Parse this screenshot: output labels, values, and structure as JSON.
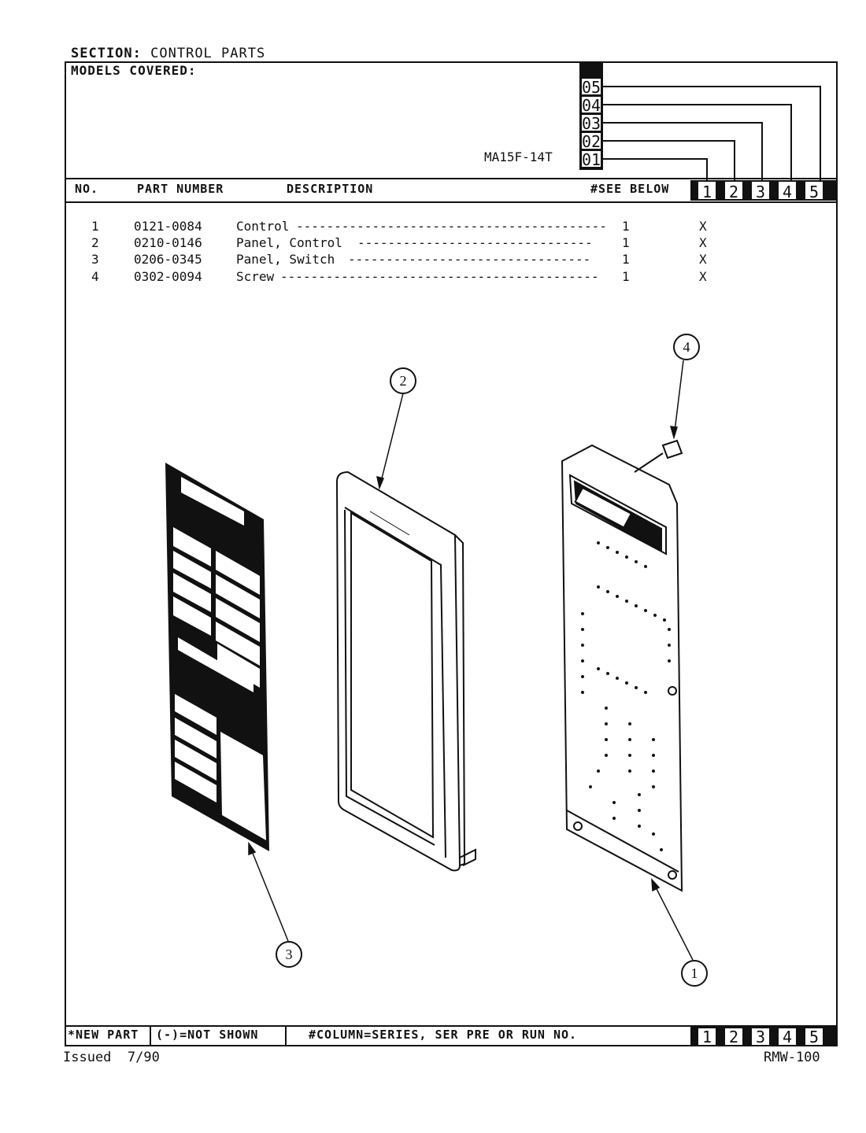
{
  "header": {
    "section_label": "SECTION:",
    "section_value": "CONTROL PARTS",
    "models_label": "MODELS COVERED:",
    "model_name": "MA15F-14T",
    "series_codes": [
      "05",
      "04",
      "03",
      "02",
      "01"
    ]
  },
  "columns": {
    "no": "NO.",
    "part_number": "PART NUMBER",
    "description": "DESCRIPTION",
    "see_below": "#SEE BELOW",
    "series": [
      "1",
      "2",
      "3",
      "4",
      "5"
    ]
  },
  "parts": [
    {
      "no": "1",
      "part_number": "0121-0084",
      "description": "Control",
      "qty": "1",
      "mark": "X"
    },
    {
      "no": "2",
      "part_number": "0210-0146",
      "description": "Panel, Control",
      "qty": "1",
      "mark": "X"
    },
    {
      "no": "3",
      "part_number": "0206-0345",
      "description": "Panel, Switch",
      "qty": "1",
      "mark": "X"
    },
    {
      "no": "4",
      "part_number": "0302-0094",
      "description": "Screw",
      "qty": "1",
      "mark": "X"
    }
  ],
  "callouts": [
    "1",
    "2",
    "3",
    "4"
  ],
  "footer": {
    "new_part": "*NEW PART",
    "not_shown": "(-)=NOT SHOWN",
    "column_note": "#COLUMN=SERIES, SER PRE OR RUN NO.",
    "series": [
      "1",
      "2",
      "3",
      "4",
      "5"
    ],
    "issued": "Issued  7/90",
    "doc_code": "RMW-100"
  }
}
